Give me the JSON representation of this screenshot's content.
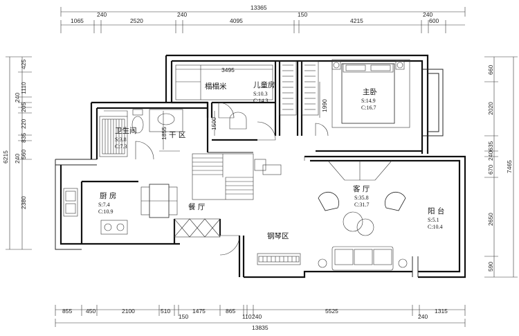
{
  "dimensions": {
    "top_total": "13365",
    "top_segments": [
      "1065",
      "240",
      "2520",
      "240",
      "4095",
      "150",
      "4215",
      "240",
      "600"
    ],
    "top_sub": "3495",
    "bottom_total": "13835",
    "bottom_segments": [
      "855",
      "450",
      "2100",
      "510",
      "150",
      "1475",
      "865",
      "110",
      "240",
      "5525",
      "240",
      "1315"
    ],
    "left_segments": [
      "425",
      "1110",
      "240",
      "205",
      "220",
      "835",
      "240",
      "560",
      "2380"
    ],
    "left_total": "6215",
    "right_segments": [
      "660",
      "2020",
      "635",
      "240",
      "670",
      "2650",
      "590"
    ],
    "right_total": "7465",
    "inner": [
      "1855",
      "1500",
      "1990"
    ]
  },
  "rooms": {
    "tatami": {
      "name": "榻榻米"
    },
    "kids": {
      "name": "儿童房",
      "s": "S:10.3",
      "c": "C:14.3"
    },
    "master": {
      "name": "主卧",
      "s": "S:14.9",
      "c": "C:16.7"
    },
    "bath": {
      "name": "卫生间",
      "s": "S:3.8",
      "c": "C:7.3"
    },
    "dry": {
      "name": "干 区"
    },
    "kitchen": {
      "name": "厨 房",
      "s": "S:7.4",
      "c": "C:10.9"
    },
    "dining": {
      "name": "餐 厅"
    },
    "living": {
      "name": "客 厅",
      "s": "S:35.8",
      "c": "C:31.7"
    },
    "balcony": {
      "name": "阳 台",
      "s": "S:5.1",
      "c": "C:10.4"
    },
    "piano": {
      "name": "钢琴区"
    }
  }
}
